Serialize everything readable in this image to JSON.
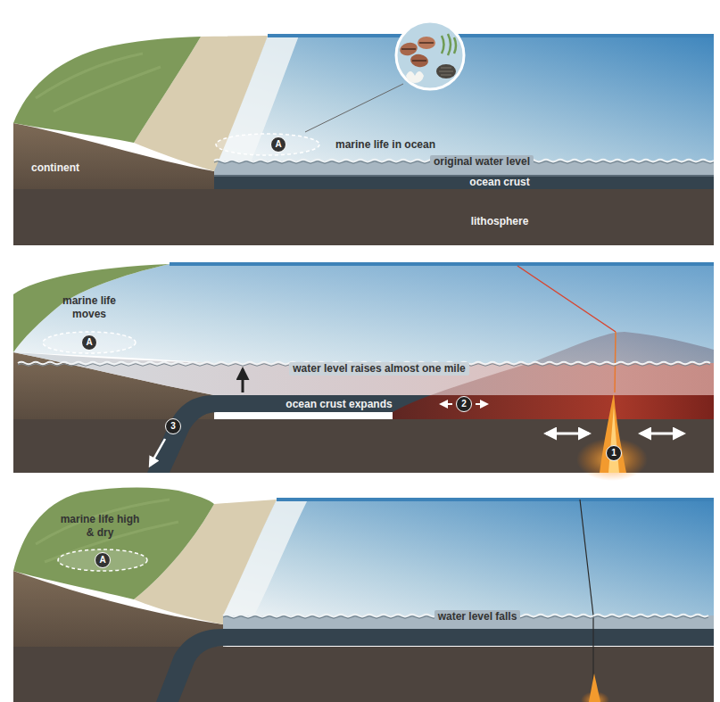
{
  "diagram": {
    "labels": [
      "continent",
      "A",
      "marine life in ocean",
      "original water level",
      "ocean crust",
      "lithosphere",
      "A",
      "marine life moves",
      "water level raises almost one mile",
      "ocean crust expands",
      "2",
      "1",
      "3",
      "A",
      "marine life high & dry",
      "water level falls"
    ]
  }
}
